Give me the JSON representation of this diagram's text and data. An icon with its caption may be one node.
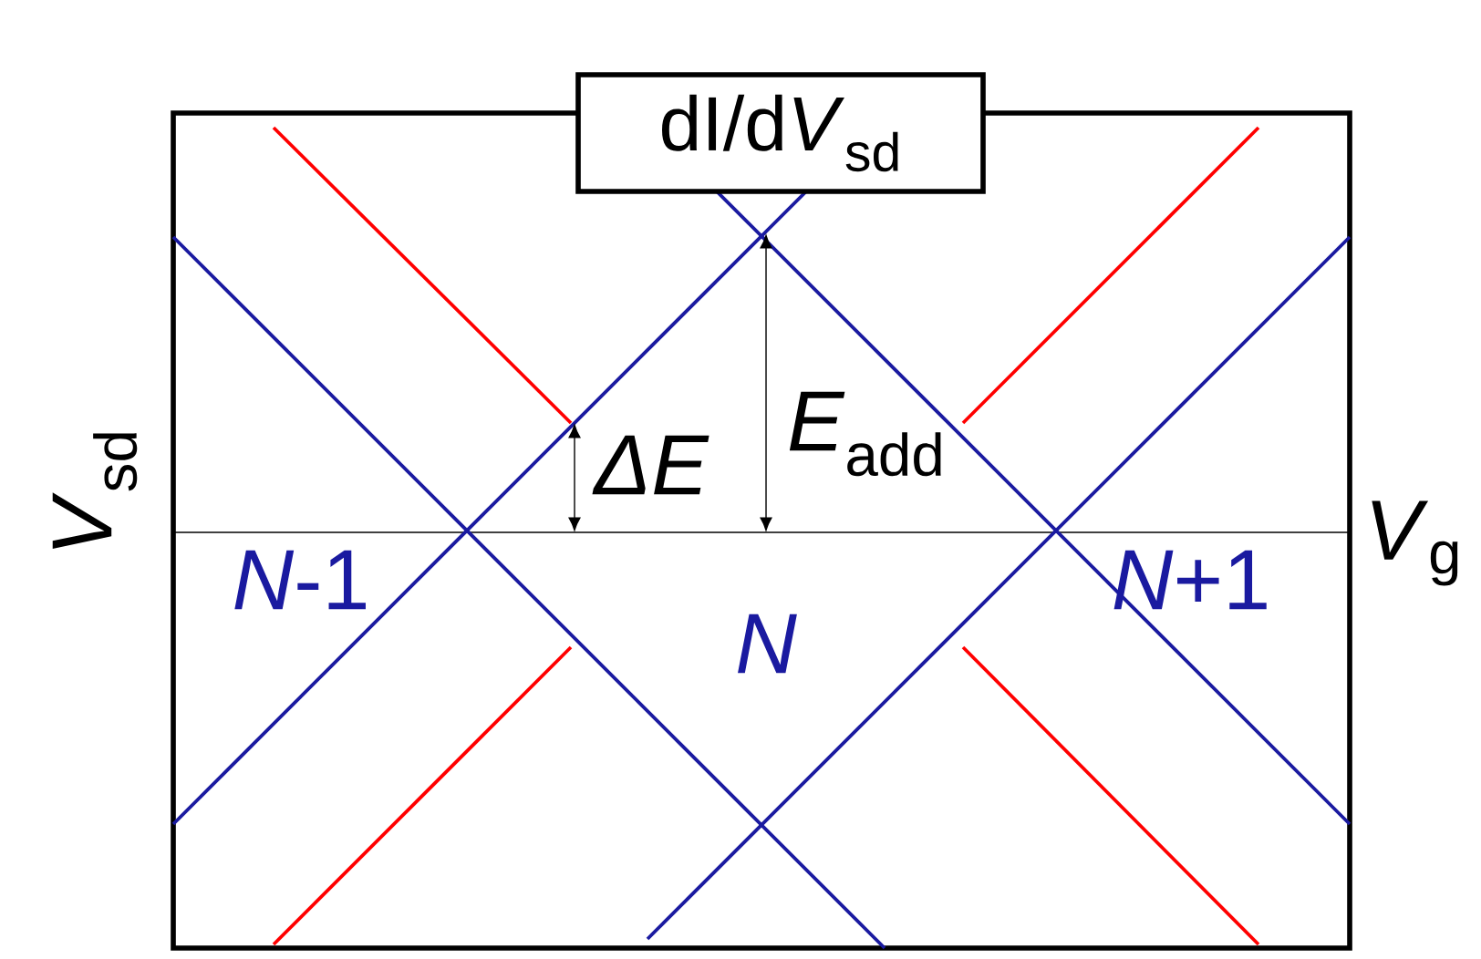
{
  "diagram": {
    "nodes": [
      {
        "text": [
          "dI/d",
          "*V*$_{sd}$"
        ]
      }
    ],
    "labels": [
      "*V*$_{sd}$",
      "*V*$_{g}$",
      "*N*-1",
      "*N*",
      "*N*+1",
      "ΔE",
      "*E*$_{add}$"
    ]
  }
}
